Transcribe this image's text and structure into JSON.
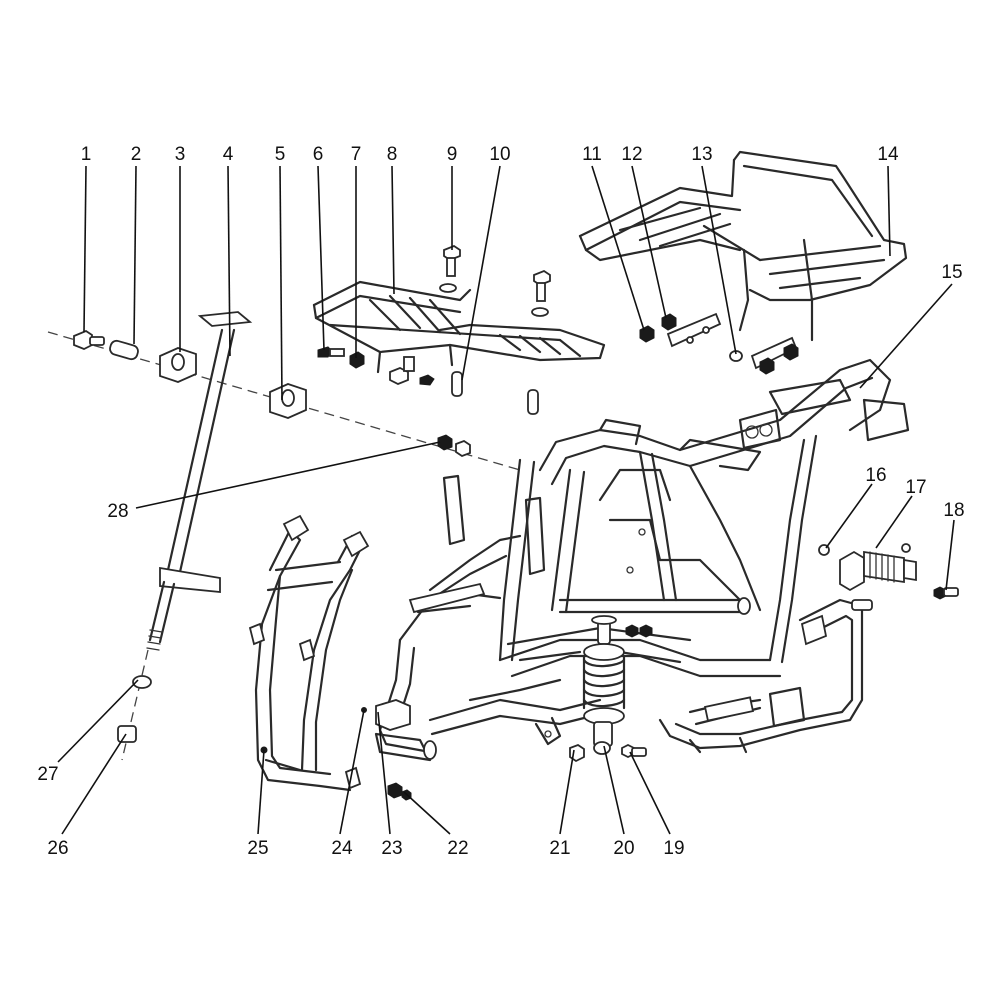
{
  "labels": [
    {
      "id": "1",
      "text": "1"
    },
    {
      "id": "2",
      "text": "2"
    },
    {
      "id": "3",
      "text": "3"
    },
    {
      "id": "4",
      "text": "4"
    },
    {
      "id": "5",
      "text": "5"
    },
    {
      "id": "6",
      "text": "6"
    },
    {
      "id": "7",
      "text": "7"
    },
    {
      "id": "8",
      "text": "8"
    },
    {
      "id": "9",
      "text": "9"
    },
    {
      "id": "10",
      "text": "10"
    },
    {
      "id": "11",
      "text": "11"
    },
    {
      "id": "12",
      "text": "12"
    },
    {
      "id": "13",
      "text": "13"
    },
    {
      "id": "14",
      "text": "14"
    },
    {
      "id": "15",
      "text": "15"
    },
    {
      "id": "16",
      "text": "16"
    },
    {
      "id": "17",
      "text": "17"
    },
    {
      "id": "18",
      "text": "18"
    },
    {
      "id": "19",
      "text": "19"
    },
    {
      "id": "20",
      "text": "20"
    },
    {
      "id": "21",
      "text": "21"
    },
    {
      "id": "22",
      "text": "22"
    },
    {
      "id": "23",
      "text": "23"
    },
    {
      "id": "24",
      "text": "24"
    },
    {
      "id": "25",
      "text": "25"
    },
    {
      "id": "26",
      "text": "26"
    },
    {
      "id": "27",
      "text": "27"
    },
    {
      "id": "28",
      "text": "28"
    }
  ],
  "colors": {
    "line": "#2a2a2a",
    "background": "#ffffff"
  }
}
